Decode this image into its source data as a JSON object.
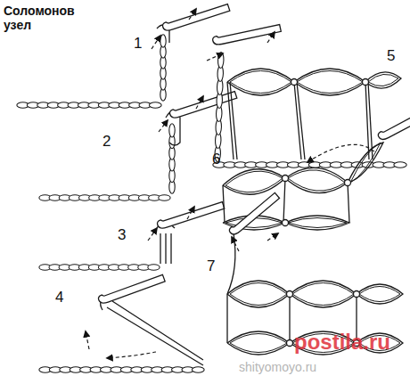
{
  "diagram": {
    "title": "Соломонов узел",
    "labels": [
      "1",
      "2",
      "3",
      "4",
      "5",
      "6",
      "7",
      "shityomoyo.ru",
      "postila.ru"
    ]
  }
}
